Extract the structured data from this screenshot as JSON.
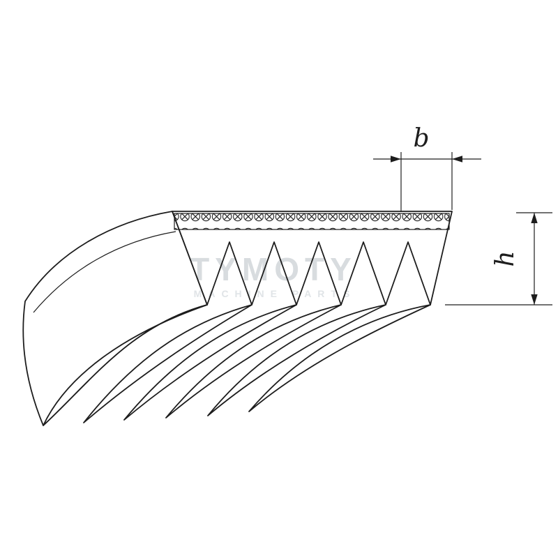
{
  "diagram": {
    "type": "technical-illustration",
    "subject": "poly-v ribbed belt cross-section with dimensions",
    "labels": {
      "b": "b",
      "h": "h"
    },
    "watermark": {
      "line1": "TYMOTY",
      "line2": "MACHINE PARTS"
    },
    "colors": {
      "line": "#1d1d1d",
      "watermark_primary": "#d8dcdf",
      "watermark_secondary": "#e0e4e7",
      "background": "#ffffff"
    }
  }
}
